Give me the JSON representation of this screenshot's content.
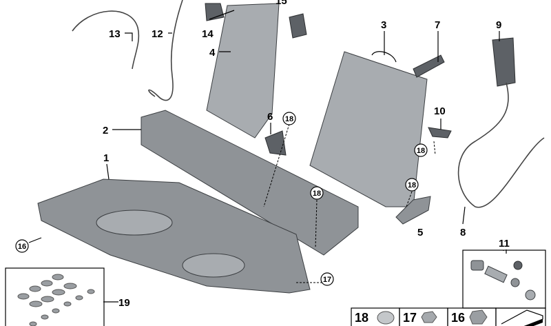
{
  "diagram": {
    "callouts": {
      "p1": "1",
      "p2": "2",
      "p3": "3",
      "p4": "4",
      "p5": "5",
      "p6": "6",
      "p7": "7",
      "p8": "8",
      "p9": "9",
      "p10": "10",
      "p11": "11",
      "p12": "12",
      "p13": "13",
      "p14": "14",
      "p15": "15",
      "p19": "19"
    },
    "circled_callouts": {
      "c18a": "18",
      "c18b": "18",
      "c18c": "18",
      "c18d": "18",
      "c16": "16",
      "c17": "17"
    },
    "legend_boxes": [
      {
        "label": "18",
        "icon": "torx-bolt-icon"
      },
      {
        "label": "17",
        "icon": "hex-bolt-icon"
      },
      {
        "label": "16",
        "icon": "hex-bolt-icon"
      },
      {
        "label": "",
        "icon": "symbol-arrow-icon"
      }
    ]
  }
}
